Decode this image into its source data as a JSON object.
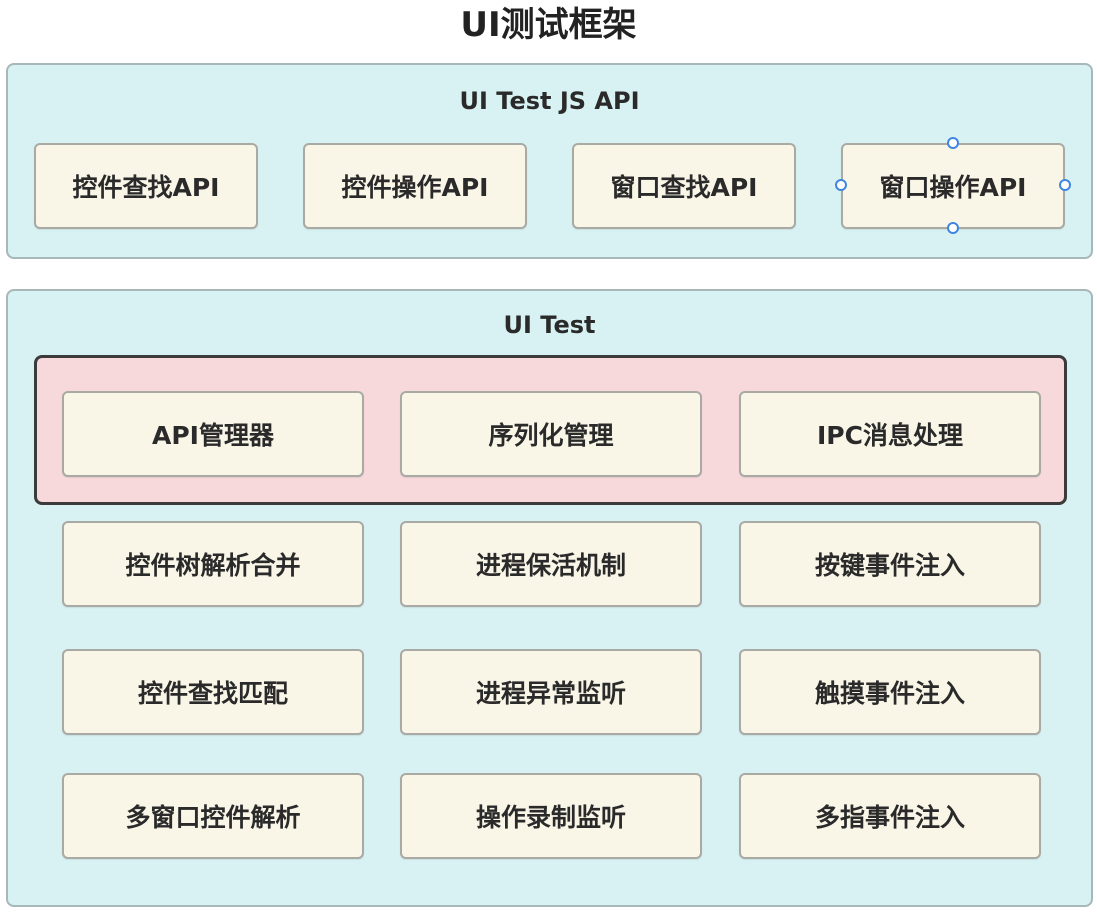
{
  "title": "UI测试框架",
  "js_api": {
    "title": "UI Test JS API",
    "items": [
      "控件查找API",
      "控件操作API",
      "窗口查找API",
      "窗口操作API"
    ]
  },
  "ui_test": {
    "title": "UI Test",
    "core_items": [
      "API管理器",
      "序列化管理",
      "IPC消息处理"
    ],
    "rows": [
      [
        "控件树解析合并",
        "进程保活机制",
        "按键事件注入"
      ],
      [
        "控件查找匹配",
        "进程异常监听",
        "触摸事件注入"
      ],
      [
        "多窗口控件解析",
        "操作录制监听",
        "多指事件注入"
      ]
    ]
  },
  "colors": {
    "panel_fill": "#d8f1f2",
    "box_fill": "#f9f6e8",
    "core_fill": "#f7d9dc",
    "selection_handle": "#3f86e0"
  }
}
